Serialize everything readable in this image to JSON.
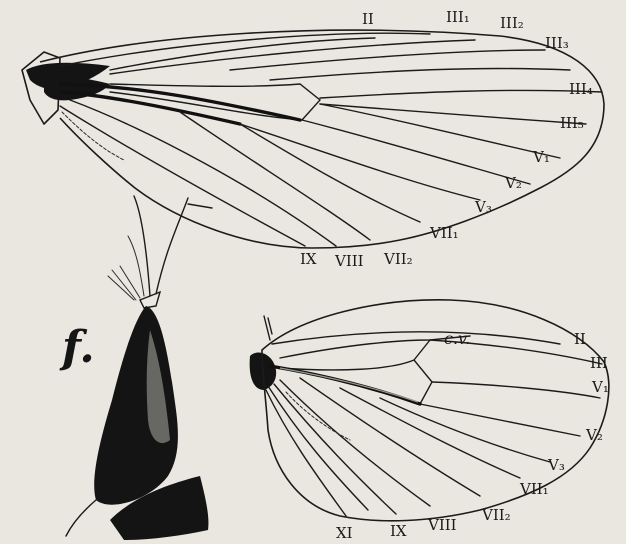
{
  "forewing_labels": {
    "II": "II",
    "III1": "III₁",
    "III2": "III₂",
    "III3": "III₃",
    "III4": "III₄",
    "III5": "III₅",
    "V1": "V₁",
    "V2": "V₂",
    "V3": "V₃",
    "VII1": "VII₁",
    "VII2": "VII₂",
    "VIII": "VIII",
    "IX": "IX"
  },
  "hindwing_labels": {
    "cv": "c.v.",
    "II": "II",
    "III": "III",
    "V1": "V₁",
    "V2": "V₂",
    "V3": "V₃",
    "VII1": "VII₁",
    "VII2": "VII₂",
    "VIII": "VIII",
    "IX": "IX",
    "XI": "XI"
  },
  "figure_letter": "f."
}
